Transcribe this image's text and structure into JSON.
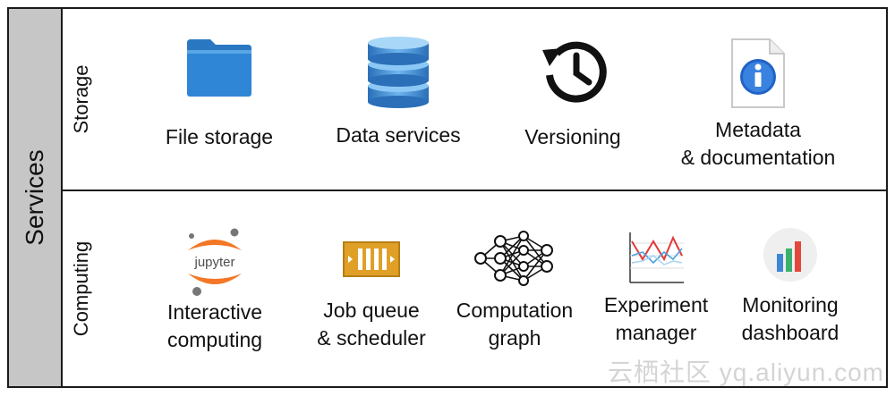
{
  "side_label": "Services",
  "storage": {
    "label": "Storage",
    "items": [
      {
        "label": "File storage",
        "icon": "folder-icon"
      },
      {
        "label": "Data services",
        "icon": "database-icon"
      },
      {
        "label": "Versioning",
        "icon": "history-icon"
      },
      {
        "label_line1": "Metadata",
        "label_line2": "& documentation",
        "icon": "info-document-icon"
      }
    ]
  },
  "computing": {
    "label": "Computing",
    "items": [
      {
        "label_line1": "Interactive",
        "label_line2": "computing",
        "icon": "jupyter-icon",
        "icon_text": "jupyter"
      },
      {
        "label_line1": "Job queue",
        "label_line2": "& scheduler",
        "icon": "queue-icon"
      },
      {
        "label_line1": "Computation",
        "label_line2": "graph",
        "icon": "neural-graph-icon"
      },
      {
        "label_line1": "Experiment",
        "label_line2": "manager",
        "icon": "line-chart-icon"
      },
      {
        "label_line1": "Monitoring",
        "label_line2": "dashboard",
        "icon": "bar-chart-icon"
      }
    ]
  },
  "watermark": "云栖社区 yq.aliyun.com",
  "colors": {
    "side_bg": "#c6c6c6",
    "folder": "#2f86d6",
    "database": "#3b8fd6",
    "jupyter_orange": "#f37726",
    "queue": "#e0a028"
  }
}
